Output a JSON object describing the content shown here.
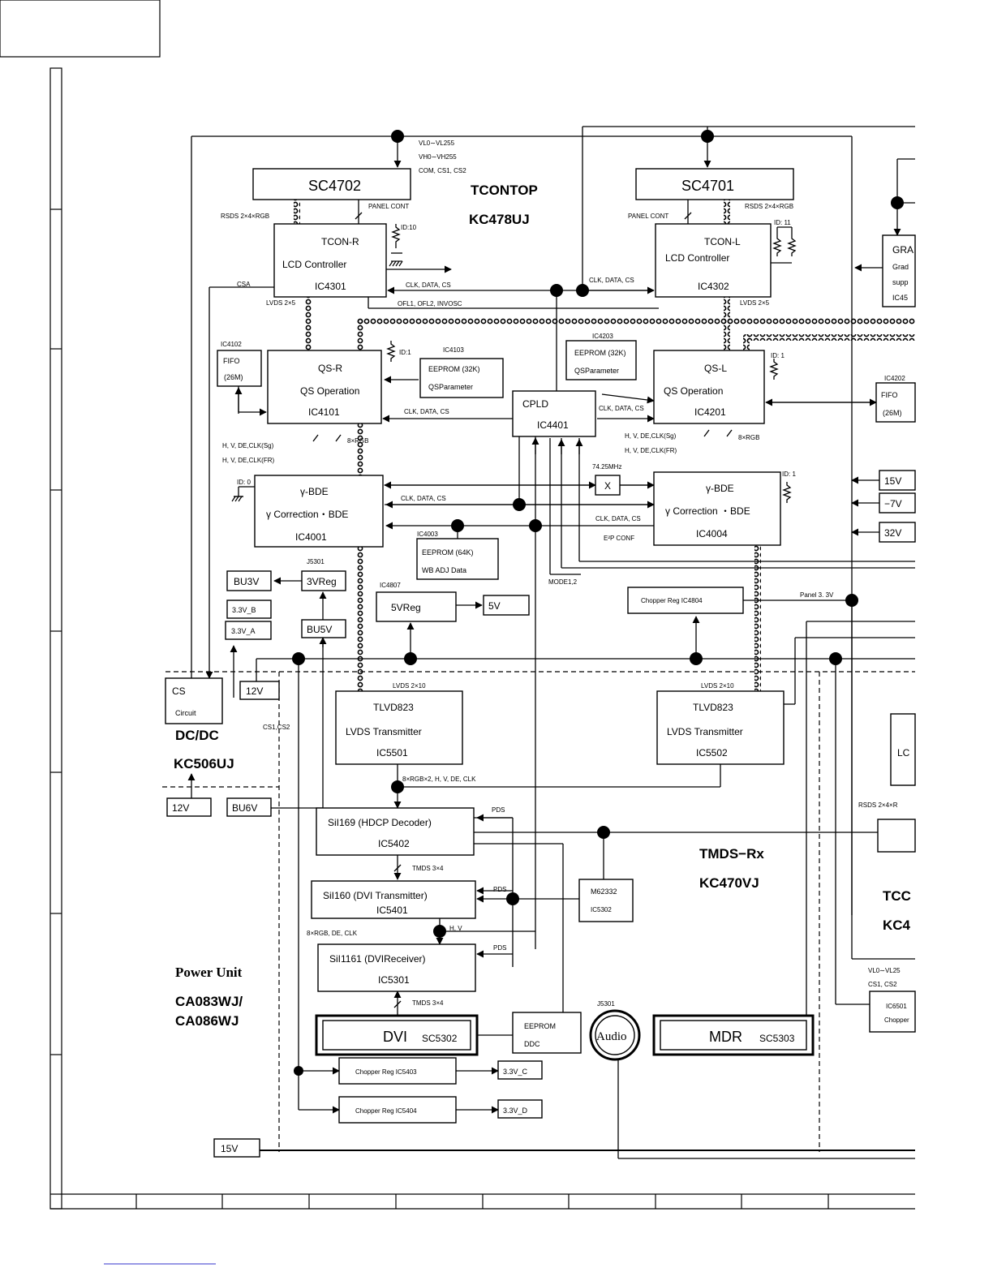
{
  "boards": {
    "tcontop": [
      "TCONTOP",
      "KC478UJ"
    ],
    "dcdc": [
      "DC/DC",
      "KC506UJ"
    ],
    "tmds": [
      "TMDS−Rx",
      "KC470VJ"
    ],
    "power": [
      "Power Unit",
      "CA083WJ/",
      "CA086WJ"
    ],
    "right_tc": [
      "TCC",
      "KC4"
    ]
  },
  "blocks": {
    "sc4702": "SC4702",
    "sc4701": "SC4701",
    "tconr": [
      "TCON-R",
      "LCD  Controller",
      "IC4301"
    ],
    "tconl": [
      "TCON-L",
      "LCD  Controller",
      "IC4302"
    ],
    "qsr": [
      "QS-R",
      "QS Operation",
      "IC4101"
    ],
    "qsl": [
      "QS-L",
      "QS Operation",
      "IC4201"
    ],
    "fifo_l": [
      "FIFO",
      "(26M)"
    ],
    "fifo_r": [
      "FIFO",
      "(26M)"
    ],
    "ee4103": [
      "EEPROM (32K)",
      "QSParameter"
    ],
    "ee4203": [
      "EEPROM (32K)",
      "QSParameter"
    ],
    "cpld": [
      "CPLD",
      "IC4401"
    ],
    "bde_l": [
      "γ-BDE",
      "γ  Correction・BDE",
      "IC4001"
    ],
    "bde_r": [
      "γ-BDE",
      "γ  Correction ・BDE",
      "IC4004"
    ],
    "ee4003": [
      "EEPROM (64K)",
      "WB ADJ Data"
    ],
    "xtal": "X",
    "gra": [
      "GRA",
      "Grad",
      "supp",
      "IC45"
    ],
    "bu3v": "BU3V",
    "vreg3": "3VReg",
    "v33b": "3.3V_B",
    "v33a": "3.3V_A",
    "bu5v": "BU5V",
    "vreg5": "5VReg",
    "v5": "5V",
    "chop4804": "Chopper Reg  IC4804",
    "cs": [
      "CS",
      "Circuit"
    ],
    "v12a": "12V",
    "v12b": "12V",
    "bu6v": "BU6V",
    "tlvd1": [
      "TLVD823",
      "LVDS Transmitter",
      "IC5501"
    ],
    "tlvd2": [
      "TLVD823",
      "LVDS Transmitter",
      "IC5502"
    ],
    "sil169": [
      "SiI169 (HDCP Decoder)",
      "IC5402"
    ],
    "sil160": [
      "SiI160 (DVI Transmitter)",
      "IC5401"
    ],
    "sil1161": [
      "SiI1161 (DVIReceiver)",
      "IC5301"
    ],
    "m62332": [
      "M62332",
      "IC5302"
    ],
    "dvi": [
      "DVI",
      "SC5302"
    ],
    "eeddc": [
      "EEPROM",
      "DDC"
    ],
    "audio": "Audio",
    "mdr": [
      "MDR",
      "SC5303"
    ],
    "chop5403": "Chopper Reg  IC5403",
    "chop5404": "Chopper Reg  IC5404",
    "v33c": "3.3V_C",
    "v33d": "3.3V_D",
    "v15": "15V",
    "p15": "15V",
    "m7": "−7V",
    "p32": "32V",
    "lc": "LC",
    "ic6501": [
      "IC6501",
      "Chopper"
    ]
  },
  "labels": {
    "vl0": "VL0∼VL255",
    "vh0": "VH0∼VH255",
    "com": "COM, CS1, CS2",
    "panel_cont_r": "PANEL  CONT",
    "panel_cont_l": "PANEL  CONT",
    "rsds_r": "RSDS 2×4×RGB",
    "rsds_l": "RSDS 2×4×RGB",
    "id10": "ID:10",
    "id11": "ID: 11",
    "csa": "CSA",
    "clk_tcon": "CLK, DATA, CS",
    "clk_tcon_l": "CLK, DATA, CS",
    "ofl": "OFL1, OFL2, INVOSC",
    "lvds5_r": "LVDS 2×5",
    "lvds5_l": "LVDS 2×5",
    "ic4102": "IC4102",
    "ic4103": "IC4103",
    "ic4203": "IC4203",
    "ic4202": "IC4202",
    "id1_r": "ID:1",
    "id1_l": "ID: 1",
    "clk_qs_r": "CLK, DATA, CS",
    "clk_qs_l": "CLK, DATA, CS",
    "hv_r1": "H, V, DE,CLK(Sg)",
    "hv_r2": "H, V, DE,CLK(FR)",
    "rgb8_r": "8×RGB",
    "hv_l1": "H, V, DE,CLK(Sg)",
    "hv_l2": "H, V, DE,CLK(FR)",
    "rgb8_l": "8×RGB",
    "mhz": "74.25MHz",
    "id0": "ID: 0",
    "id1_bde": "ID: 1",
    "clk_bde_r": "CLK, DATA, CS",
    "clk_bde_l": "CLK, DATA, CS",
    "e2p": "E²P  CONF",
    "ic4003": "IC4003",
    "j5301a": "J5301",
    "ic4807": "IC4807",
    "mode": "MODE1,2",
    "panel33": "Panel 3. 3V",
    "lvds10_r": "LVDS 2×10",
    "lvds10_l": "LVDS 2×10",
    "cs12": "CS1,CS2",
    "rgb8x2": "8×RGB×2, H, V, DE, CLK",
    "pds1": "PDS",
    "pds2": "PDS",
    "pds3": "PDS",
    "tmds1": "TMDS  3×4",
    "tmds2": "TMDS  3×4",
    "rgbde": "8×RGB, DE, CLK",
    "hv": "H, V",
    "j5301b": "J5301",
    "rsds_bot": "RSDS 2×4×R",
    "vl0b": "VL0∼VL25",
    "cs12b": "CS1, CS2"
  }
}
